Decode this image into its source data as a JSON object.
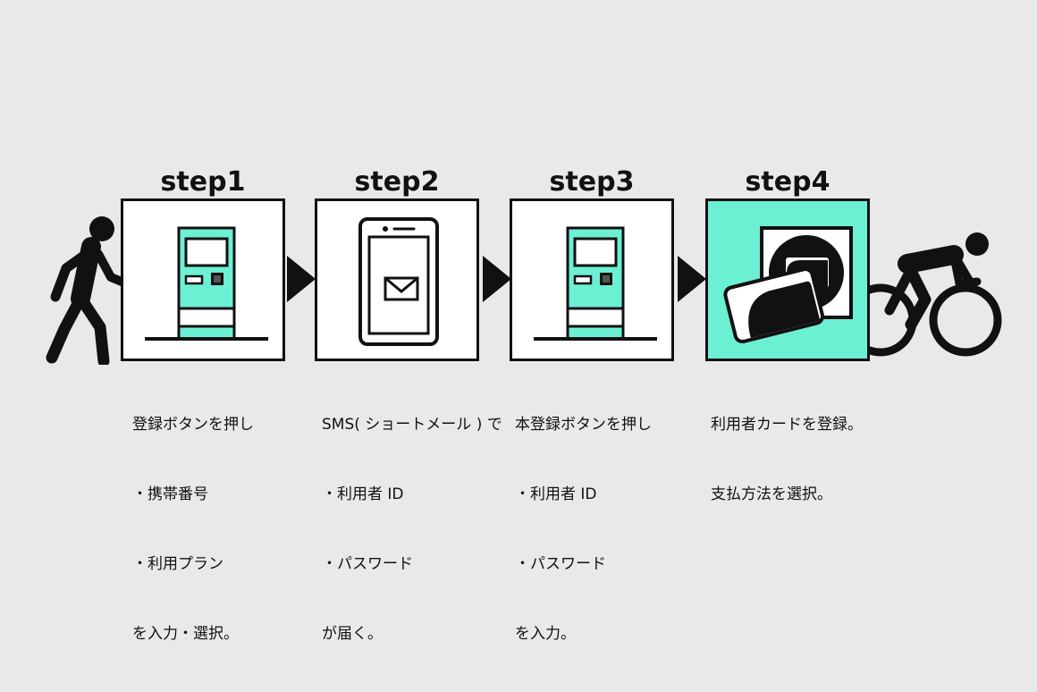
{
  "colors": {
    "accent": "#6cf0d4",
    "ink": "#111111",
    "background": "#e9e9e9"
  },
  "steps": [
    {
      "title": "step1",
      "icon": "ticket-machine-icon",
      "lines": [
        "登録ボタンを押し",
        "・携帯番号",
        "・利用プラン",
        "を入力・選択。"
      ]
    },
    {
      "title": "step2",
      "icon": "smartphone-mail-icon",
      "lines": [
        "SMS( ショートメール ) で",
        "・利用者 ID",
        "・パスワード",
        "が届く。"
      ]
    },
    {
      "title": "step3",
      "icon": "ticket-machine-icon",
      "lines": [
        "本登録ボタンを押し",
        "・利用者 ID",
        "・パスワード",
        "を入力。"
      ]
    },
    {
      "title": "step4",
      "icon": "card-reader-icon",
      "lines": [
        "利用者カードを登録。",
        "支払方法を選択。"
      ]
    }
  ],
  "start_icon": "walking-person-icon",
  "end_icon": "cyclist-icon"
}
